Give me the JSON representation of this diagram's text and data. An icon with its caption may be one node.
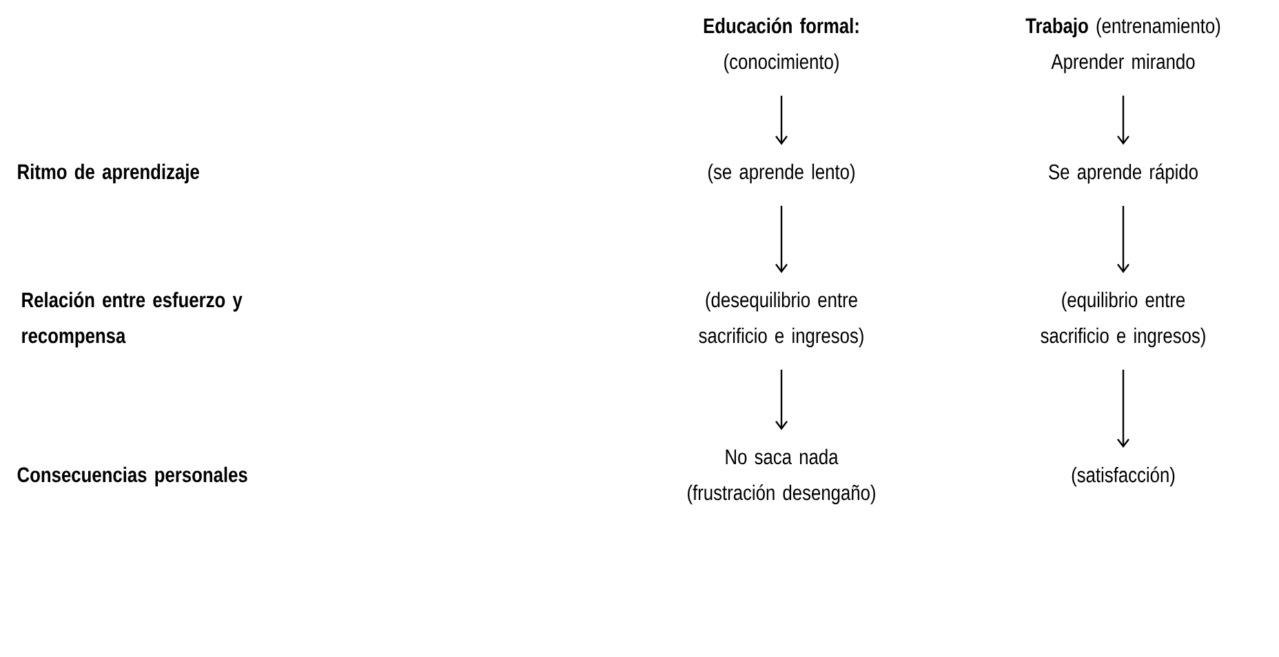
{
  "diagram": {
    "nodes": [
      {
        "text": [
          "**Educación formal:** (conocimiento)"
        ]
      },
      {
        "text": [
          "**Trabajo** (entrenamiento) Aprender mirando"
        ]
      },
      {
        "text": [
          "(se aprende lento)"
        ]
      },
      {
        "text": [
          "Se aprende rápido"
        ]
      },
      {
        "text": [
          "(desequilibrio entre sacrificio e ingresos)"
        ]
      },
      {
        "text": [
          "(equilibrio entre sacrificio e ingresos)"
        ]
      },
      {
        "text": [
          "No saca nada (frustración desengaño)"
        ]
      },
      {
        "text": [
          "(satisfacción)"
        ]
      }
    ],
    "edges": [
      {
        "from": 0,
        "to": 2,
        "arrow": "to"
      },
      {
        "from": 2,
        "to": 4,
        "arrow": "to"
      },
      {
        "from": 4,
        "to": 6,
        "arrow": "to"
      },
      {
        "from": 1,
        "to": 3,
        "arrow": "to"
      },
      {
        "from": 3,
        "to": 5,
        "arrow": "to"
      },
      {
        "from": 5,
        "to": 7,
        "arrow": "to"
      }
    ],
    "labels": [
      "Ritmo de aprendizaje",
      "Relación entre esfuerzo y recompensa",
      "Consecuencias personales"
    ]
  }
}
